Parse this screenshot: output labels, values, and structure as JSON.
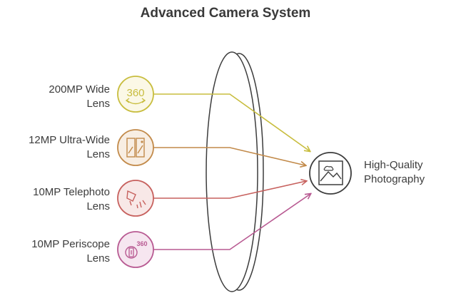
{
  "title": "Advanced Camera System",
  "inputs": [
    {
      "label": "200MP Wide Lens",
      "line1": "200MP Wide",
      "line2": "Lens",
      "icon": "360-rotate-icon",
      "color": "#c8bd3e",
      "fill": "#fbf8e6"
    },
    {
      "label": "12MP Ultra-Wide Lens",
      "line1": "12MP Ultra-Wide",
      "line2": "Lens",
      "icon": "wide-frame-icon",
      "color": "#c28a4a",
      "fill": "#f8eee3"
    },
    {
      "label": "10MP Telephoto Lens",
      "line1": "10MP Telephoto",
      "line2": "Lens",
      "icon": "telephoto-icon",
      "color": "#c7615e",
      "fill": "#f8e8e7"
    },
    {
      "label": "10MP Periscope Lens",
      "line1": "10MP Periscope",
      "line2": "Lens",
      "icon": "periscope-360-icon",
      "color": "#b85a92",
      "fill": "#f6e6f0"
    }
  ],
  "output": {
    "line1": "High-Quality",
    "line2": "Photography",
    "icon": "photo-image-icon",
    "color": "#3c3c3c"
  },
  "lens_icon": "lens-disc-icon"
}
